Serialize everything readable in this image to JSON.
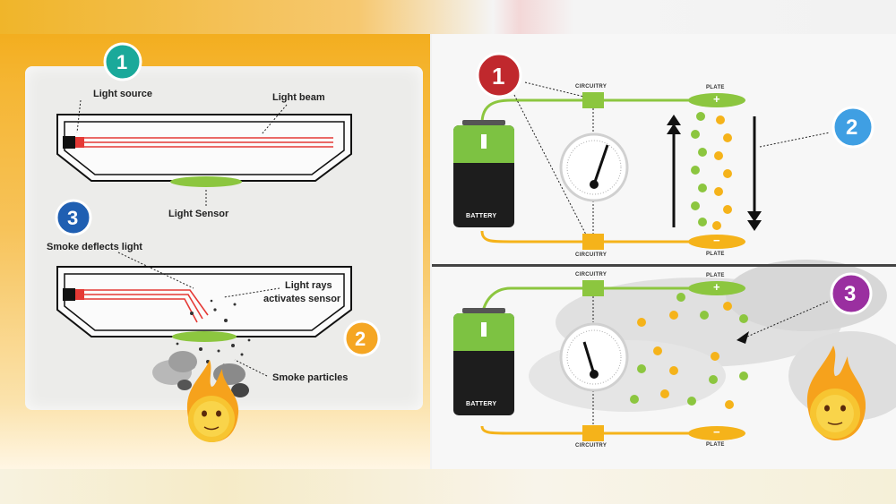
{
  "left": {
    "badges": [
      "1",
      "2",
      "3"
    ],
    "labels": {
      "light_source": "Light source",
      "light_beam": "Light beam",
      "light_sensor": "Light Sensor",
      "smoke_deflects": "Smoke deflects light",
      "light_rays_1": "Light rays",
      "light_rays_2": "activates sensor",
      "smoke_particles": "Smoke particles"
    }
  },
  "right": {
    "badges": [
      "1",
      "2",
      "3"
    ],
    "circuitry": "CIRCUITRY",
    "plate": "PLATE",
    "battery": "BATTERY",
    "plus": "+",
    "minus": "−"
  },
  "colors": {
    "badge_teal": "#1aa99a",
    "badge_blue": "#1f5fb2",
    "badge_orange": "#f5a623",
    "badge_red": "#c0282d",
    "badge_lightblue": "#3f9fe3",
    "badge_purple": "#9a2fa0",
    "green": "#8cc63f",
    "orange": "#f5b31a",
    "laser": "#e53935"
  }
}
